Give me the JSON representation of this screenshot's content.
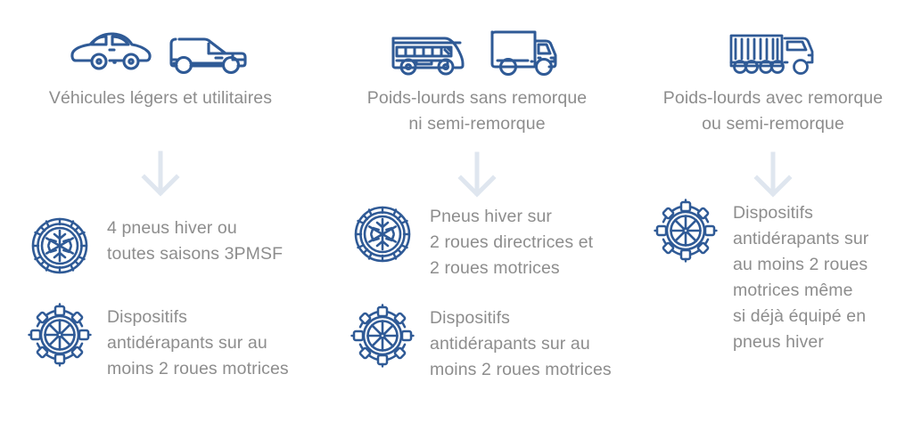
{
  "colors": {
    "icon_blue": "#2f5a96",
    "arrow_grey_blue": "#dfe6ef",
    "text_grey": "#8d8d8d",
    "background": "#ffffff"
  },
  "columns": [
    {
      "id": "vehicules-legers",
      "icons": [
        "car-icon",
        "van-icon"
      ],
      "label_lines": [
        "Véhicules légers et utilitaires"
      ],
      "label": "Véhicules légers et utilitaires",
      "arrow": "down-arrow-icon",
      "requirements": [
        {
          "icon": "snow-tire-icon",
          "lines": [
            "4 pneus hiver ou",
            "toutes saisons 3PMSF"
          ],
          "text": "4 pneus hiver ou toutes saisons 3PMSF"
        },
        {
          "icon": "snow-chain-icon",
          "lines": [
            "Dispositifs",
            "antidérapants sur au",
            "moins 2 roues motrices"
          ],
          "text": "Dispositifs antidérapants sur au moins 2 roues motrices"
        }
      ]
    },
    {
      "id": "poids-lourds-sans-remorque",
      "icons": [
        "bus-icon",
        "truck-icon"
      ],
      "label_lines": [
        "Poids-lourds sans remorque",
        "ni semi-remorque"
      ],
      "label": "Poids-lourds sans remorque ni semi-remorque",
      "arrow": "down-arrow-icon",
      "requirements": [
        {
          "icon": "snow-tire-icon",
          "lines": [
            "Pneus hiver sur",
            "2 roues directrices et",
            "2 roues motrices"
          ],
          "text": "Pneus hiver sur 2 roues directrices et 2 roues motrices"
        },
        {
          "icon": "snow-chain-icon",
          "lines": [
            "Dispositifs",
            "antidérapants sur au",
            "moins 2 roues motrices"
          ],
          "text": "Dispositifs antidérapants sur au moins 2 roues motrices"
        }
      ]
    },
    {
      "id": "poids-lourds-avec-remorque",
      "icons": [
        "semi-trailer-truck-icon"
      ],
      "label_lines": [
        "Poids-lourds avec remorque",
        "ou semi-remorque"
      ],
      "label": "Poids-lourds avec remorque ou semi-remorque",
      "arrow": "down-arrow-icon",
      "requirements": [
        {
          "icon": "snow-chain-icon",
          "lines": [
            "Dispositifs",
            "antidérapants sur",
            "au moins 2 roues",
            "motrices même",
            "si déjà équipé en",
            "pneus hiver"
          ],
          "text": "Dispositifs antidérapants sur au moins 2 roues motrices même si déjà équipé en pneus hiver"
        }
      ]
    }
  ]
}
